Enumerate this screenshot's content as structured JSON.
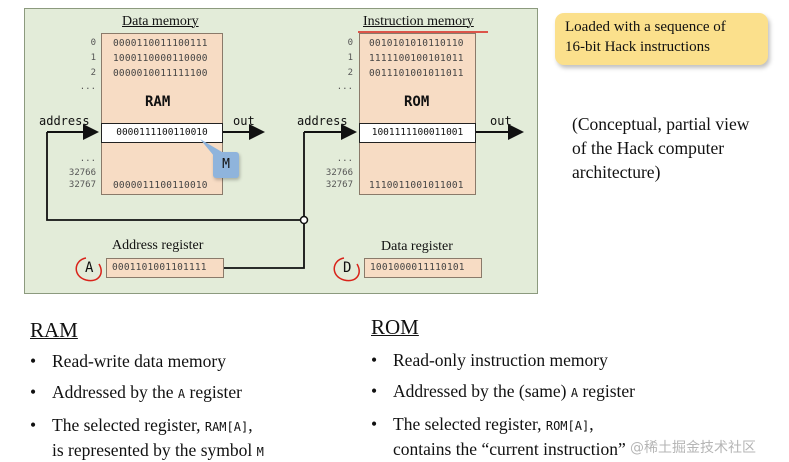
{
  "diagram": {
    "data_memory": {
      "title": "Data memory",
      "name": "RAM",
      "top_rows": [
        {
          "idx": "0",
          "bits": "0000110011100111"
        },
        {
          "idx": "1",
          "bits": "1000110000110000"
        },
        {
          "idx": "2",
          "bits": "0000010011111100"
        }
      ],
      "dots": "...",
      "selected": "0000111100110010",
      "bottom_rows": [
        {
          "idx": "32766",
          "bits": ""
        },
        {
          "idx": "32767",
          "bits": "0000011100110010"
        }
      ],
      "address_label": "address",
      "out_label": "out",
      "m_tag": "M"
    },
    "instruction_memory": {
      "title": "Instruction memory",
      "name": "ROM",
      "top_rows": [
        {
          "idx": "0",
          "bits": "0010101010110110"
        },
        {
          "idx": "1",
          "bits": "1111100100101011"
        },
        {
          "idx": "2",
          "bits": "0011101001011011"
        }
      ],
      "dots": "...",
      "selected": "1001111100011001",
      "bottom_rows": [
        {
          "idx": "32766",
          "bits": ""
        },
        {
          "idx": "32767",
          "bits": "1110011001011001"
        }
      ],
      "address_label": "address",
      "out_label": "out"
    },
    "address_register": {
      "label": "Address register",
      "letter": "A",
      "value": "0001101001101111"
    },
    "data_register": {
      "label": "Data register",
      "letter": "D",
      "value": "1001000011110101"
    },
    "callout": {
      "line1": "Loaded with a sequence of",
      "line2": "16-bit Hack instructions"
    }
  },
  "side_note": {
    "line1": "(Conceptual, partial view",
    "line2": "of the Hack computer",
    "line3": "architecture)"
  },
  "ram_section": {
    "title": "RAM",
    "b1": "Read-write data memory",
    "b2_pre": "Addressed by the ",
    "b2_code": "A",
    "b2_post": " register",
    "b3_pre": "The selected register, ",
    "b3_code": "RAM[A]",
    "b3_post": ",",
    "b3_line2_pre": "is represented by the symbol ",
    "b3_line2_code": "M"
  },
  "rom_section": {
    "title": "ROM",
    "b1": "Read-only instruction memory",
    "b2_pre": "Addressed by the (same) ",
    "b2_code": "A",
    "b2_post": " register",
    "b3_pre": "The selected register, ",
    "b3_code": "ROM[A]",
    "b3_post": ",",
    "b3_line2": "contains the “current instruction”"
  },
  "watermark": "@稀土掘金技术社区",
  "colors": {
    "panel_bg": "#e3ecd9",
    "chip_fill": "#f7dcc4",
    "callout_fill": "#fbe08c",
    "m_tag_fill": "#8fb4dc",
    "annotation_red": "#d9231a"
  }
}
